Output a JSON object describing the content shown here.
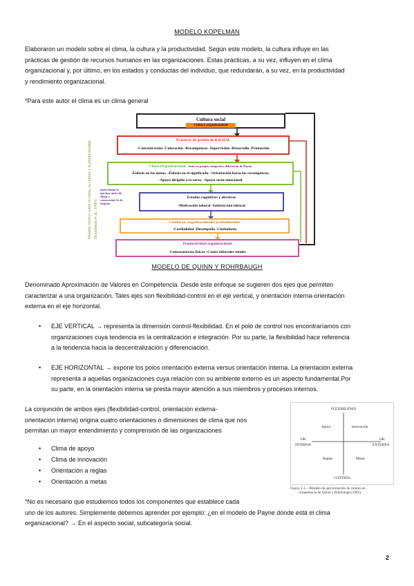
{
  "kopelman": {
    "heading": "MODELO KOPELMAN",
    "paragraph_lines": [
      "Elaboraron un modelo sobre el clima, la cultura y la productividad. Según este modelo, la cultura influye en las",
      "prácticas de gestión de recursos humanos en las organizaciones. Estas prácticas, a su vez, influyen en el clima",
      "organizacional y, por último, en los estados y conductas del individuo, que redundarán, a su vez, en la productividad",
      "y rendimiento organizacional."
    ],
    "note": "*Para este autor el clima es un clima general"
  },
  "figure_kopelman": {
    "side_title": "Modelo teórico sobre el clima, la cultura y la productividad",
    "side_ref": "(Kopelman et al., 1990)",
    "antecedent_lines": [
      "antecedente lo",
      "que hay antes de",
      "clima y",
      "consecuente lo de",
      "después"
    ],
    "boxes": {
      "cultura": {
        "title": "Cultura social",
        "sub": "Cultura organizacional"
      },
      "rrhh": {
        "title": "Prácticas de gestión de R.R.H.H.",
        "items": "-Concentración   -Colocación   -Recompensas   -Supervisión   -Desarrollo   -Promoción"
      },
      "clima": {
        "title": "Clima Organizacional",
        "title_note": "tiene su propia categoría a diferencia de Payne",
        "items1": "-Énfasis en las metas.   -Énfasis en el significado.   -Orientación hacia las recompensas.",
        "items2": "-Apoyo dirigido a la tarea.      -Apoyo socio-emocional"
      },
      "estados": {
        "title": "Estados cognitivos y afectivos",
        "items": "-Motivación laboral      -Satisfacción laboral"
      },
      "conductas": {
        "title": "Conductas organizacionales predominantes",
        "items": "-Cordialidad      -Desempeño      -Ciudadanía"
      },
      "productividad": {
        "title": "Productividad organizacional",
        "items": "-Consecuencias físicas                -Costes laborales totales"
      }
    },
    "colors": {
      "cultura": "#222222",
      "rrhh": "#d8322a",
      "clima": "#7fbf3a",
      "estados": "#4b4ba8",
      "conductas": "#f2a93b",
      "productividad": "#c64ea0",
      "subcultura": "#f08a1c",
      "sidetext": "#8a8f3a"
    }
  },
  "quinn": {
    "heading": "MODELO DE QUINN Y ROHRBAUGH",
    "paragraph_lines": [
      "Denominado Aproximación de Valores en Competencia. Desde este enfoque se sugieren dos ejes que permiten",
      "caracterizar a una organización. Tales ejes son flexibilidad-control en el eje vertical, y orientación interna-orientación",
      "externa en el eje horizontal."
    ],
    "bullets": [
      {
        "lines": [
          "EJE VERTICAL → representa la dimensión control-flexibilidad. En el polo de control nos encontraríamos con",
          "organizaciones cuya tendencia es la centralización e integración. Por su parte, la flexibilidad hace referencia",
          "a la tendencia hacia la descentralización y diferenciación."
        ]
      },
      {
        "lines": [
          "EJE HORIZONTAL →  expone los polos orientación externa versus orientación interna. La orientación externa",
          "representa a aquellas organizaciones cuya relación con su ambiente externo es un aspecto fundamental.Por",
          "su parte, en la orientación interna se presta mayor atención a sus miembros y procesos internos."
        ]
      }
    ],
    "conj_lines": [
      "La conjunción de ambos ejes (flexibilidad-control, orientación externa-",
      "orientación interna) origina cuatro orientaciones o dimensiones de clima que nos",
      "permitan un mayor entendimiento y comprensión de las organizaciones"
    ],
    "dimensions": [
      "Clima de apoyo",
      "Clima de innovación",
      "Orientación a reglas",
      "Orientación a metas"
    ],
    "note_lines": [
      "*No es necesario que estudiemos todos los componentes que establece cada",
      "uno de los autores. Simplemente debemos aprender por ejemplo: ¿en el modelo de Payne donde está el clima",
      "organizacional? → En el aspecto social, subcategoría social."
    ]
  },
  "figure_quinn": {
    "top": "FLEXIBILIDAD",
    "bottom": "CONTROL",
    "left1": "OR.",
    "left2": "INTERNA",
    "right1": "OR.",
    "right2": "EXTERNA",
    "q_tl": "Apoyo",
    "q_tr": "Innovación",
    "q_bl": "Reglas",
    "q_br": "Metas",
    "caption_lines": [
      "Figura 3.3.—Modelo de aproximación de valores en",
      "competencia de Quinn y Rohrbaugh (1981)."
    ]
  },
  "page_number": "2"
}
